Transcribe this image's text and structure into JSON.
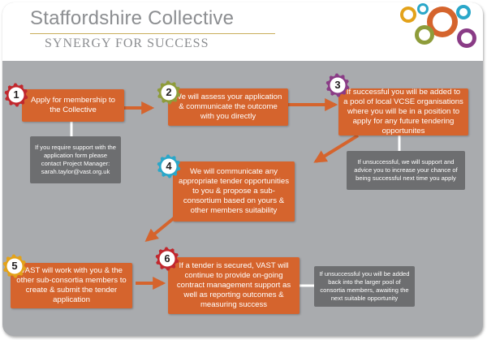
{
  "header": {
    "org_name": "Staffordshire Collective",
    "tagline": "SYNERGY FOR SUCCESS"
  },
  "steps": [
    {
      "number": "1",
      "text": "Apply for membership to the Collective",
      "badge_color": "#c1272d"
    },
    {
      "number": "2",
      "text": "We will assess your application & communicate the outcome with you directly",
      "badge_color": "#8e9c3a"
    },
    {
      "number": "3",
      "text": "If successful you will be added to a pool of local VCSE organisations where you will be in a position to apply for any future tendering opportunites",
      "badge_color": "#8a3c86"
    },
    {
      "number": "4",
      "text": "We will communicate any appropriate tender opportunities to you & propose a sub-consortium based on yours & other members suitability",
      "badge_color": "#2aa7c9"
    },
    {
      "number": "5",
      "text": "VAST will work with you & the other sub-consortia members to create & submit the tender application",
      "badge_color": "#e3a21a"
    },
    {
      "number": "6",
      "text": "If a tender is secured, VAST will continue to provide on-going contract management support as well as reporting outcomes & measuring success",
      "badge_color": "#c1272d"
    }
  ],
  "notes": {
    "support": "If you require support with the application form please contact Project Manager: sarah.taylor@vast.org.uk",
    "unsuccessful_apply": "If unsuccessful, we will support and advice you to increase your chance of being successful next time you apply",
    "unsuccessful_tender": "If unsuccessful you will be added back into the larger pool of consortia members, awaiting the next suitable opportunity"
  },
  "colors": {
    "step_box": "#d5642d",
    "note_box": "#6d6e70",
    "background": "#a9abae",
    "arrow": "#d5642d",
    "connector": "#ffffff"
  }
}
